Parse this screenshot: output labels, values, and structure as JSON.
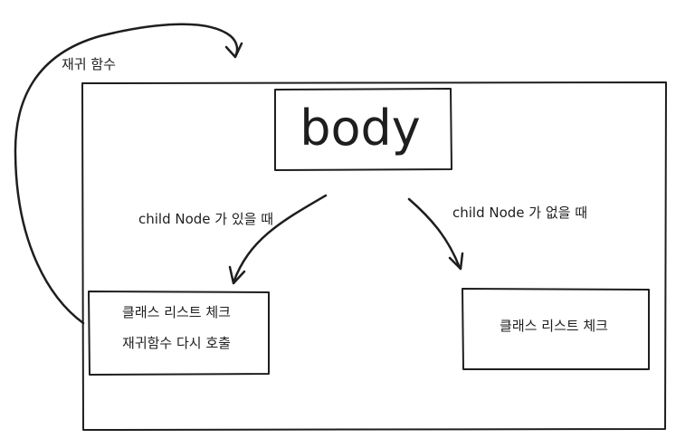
{
  "diagram": {
    "outer_frame": {},
    "root_node": {
      "label": "body"
    },
    "left_edge": {
      "label": "child Node 가 있을 때"
    },
    "right_edge": {
      "label": "child Node 가 없을 때"
    },
    "recursion_edge": {
      "label": "재귀 함수"
    },
    "left_result": {
      "line1": "클래스 리스트 체크",
      "line2": "재귀함수 다시 호출"
    },
    "right_result": {
      "line1": "클래스 리스트 체크"
    },
    "colors": {
      "stroke": "#1e1e1e",
      "background": "#ffffff"
    }
  }
}
